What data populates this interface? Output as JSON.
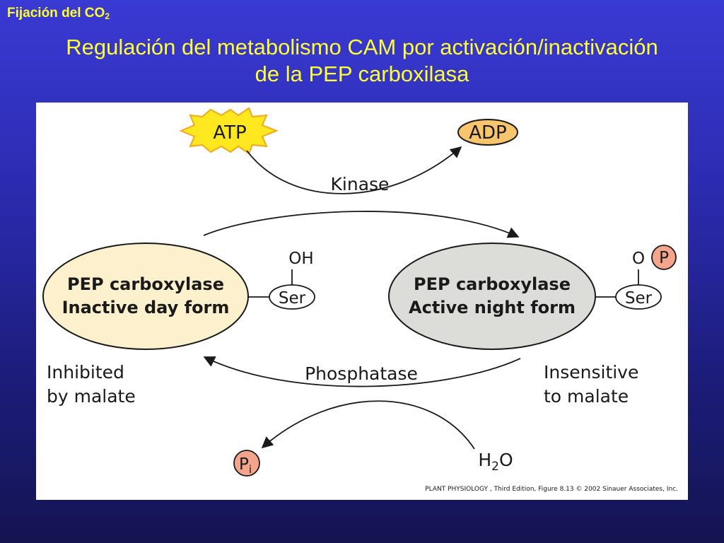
{
  "header": {
    "corner_title": "Fijación del CO",
    "corner_title_sub": "2",
    "title_line1": "Regulación del metabolismo CAM por activación/inactivación",
    "title_line2": "de la PEP carboxilasa"
  },
  "diagram": {
    "atp": "ATP",
    "adp": "ADP",
    "kinase": "Kinase",
    "phosphatase": "Phosphatase",
    "inactive_line1": "PEP carboxylase",
    "inactive_line2": "Inactive day form",
    "active_line1": "PEP carboxylase",
    "active_line2": "Active night form",
    "oh": "OH",
    "o": "O",
    "p": "P",
    "ser": "Ser",
    "inhibited_line1": "Inhibited",
    "inhibited_line2": "by malate",
    "insensitive_line1": "Insensitive",
    "insensitive_line2": "to malate",
    "pi_main": "P",
    "pi_sub": "i",
    "h2o_h": "H",
    "h2o_2": "2",
    "h2o_o": "O",
    "credit": "PLANT PHYSIOLOGY , Third Edition, Figure 8.13  © 2002 Sinauer Associates, Inc."
  },
  "colors": {
    "background": "#2b2bb0",
    "title": "#ffff33",
    "inactive_fill": "#fdf0cc",
    "active_fill": "#dcdcd8",
    "adp_fill": "#f9c46e",
    "atp_fill": "#ffe820",
    "atp_stroke": "#f2a81c",
    "phosphate_fill": "#f4a58c"
  }
}
